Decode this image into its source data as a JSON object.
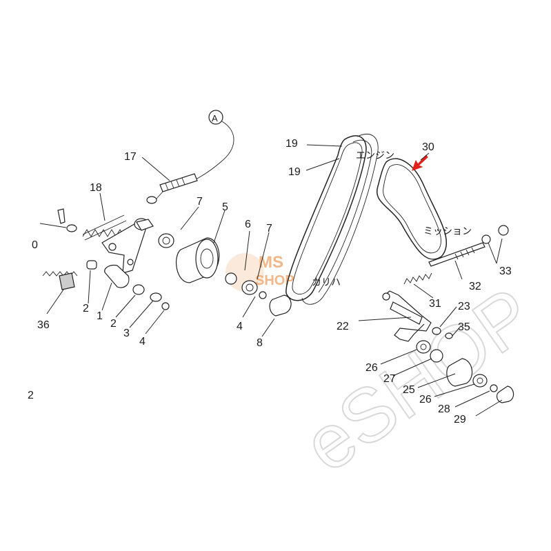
{
  "callout_a": "A",
  "labels": {
    "p1": "1",
    "p2a": "2",
    "p2b": "2",
    "p3": "3",
    "p4a": "4",
    "p4b": "4",
    "p5": "5",
    "p6": "6",
    "p7a": "7",
    "p7b": "7",
    "p8": "8",
    "p10": "0",
    "p12": "2",
    "p17": "17",
    "p18": "18",
    "p19a": "19",
    "p19b": "19",
    "p22": "22",
    "p23": "23",
    "p25": "25",
    "p26a": "26",
    "p26b": "26",
    "p27": "27",
    "p28": "28",
    "p29": "29",
    "p30": "30",
    "p31": "31",
    "p32": "32",
    "p33": "33",
    "p35": "35",
    "p36": "36"
  },
  "belt_labels": {
    "engine": "エンジン",
    "mission": "ミッション",
    "kariha": "カリハ"
  },
  "watermark": {
    "ms": "MS",
    "shop": "SHOP",
    "big": "eSHOP"
  },
  "colors": {
    "arrow": "#e0201a",
    "watermark_orange": "#f0a060",
    "watermark_gray": "#d8d8d8"
  }
}
